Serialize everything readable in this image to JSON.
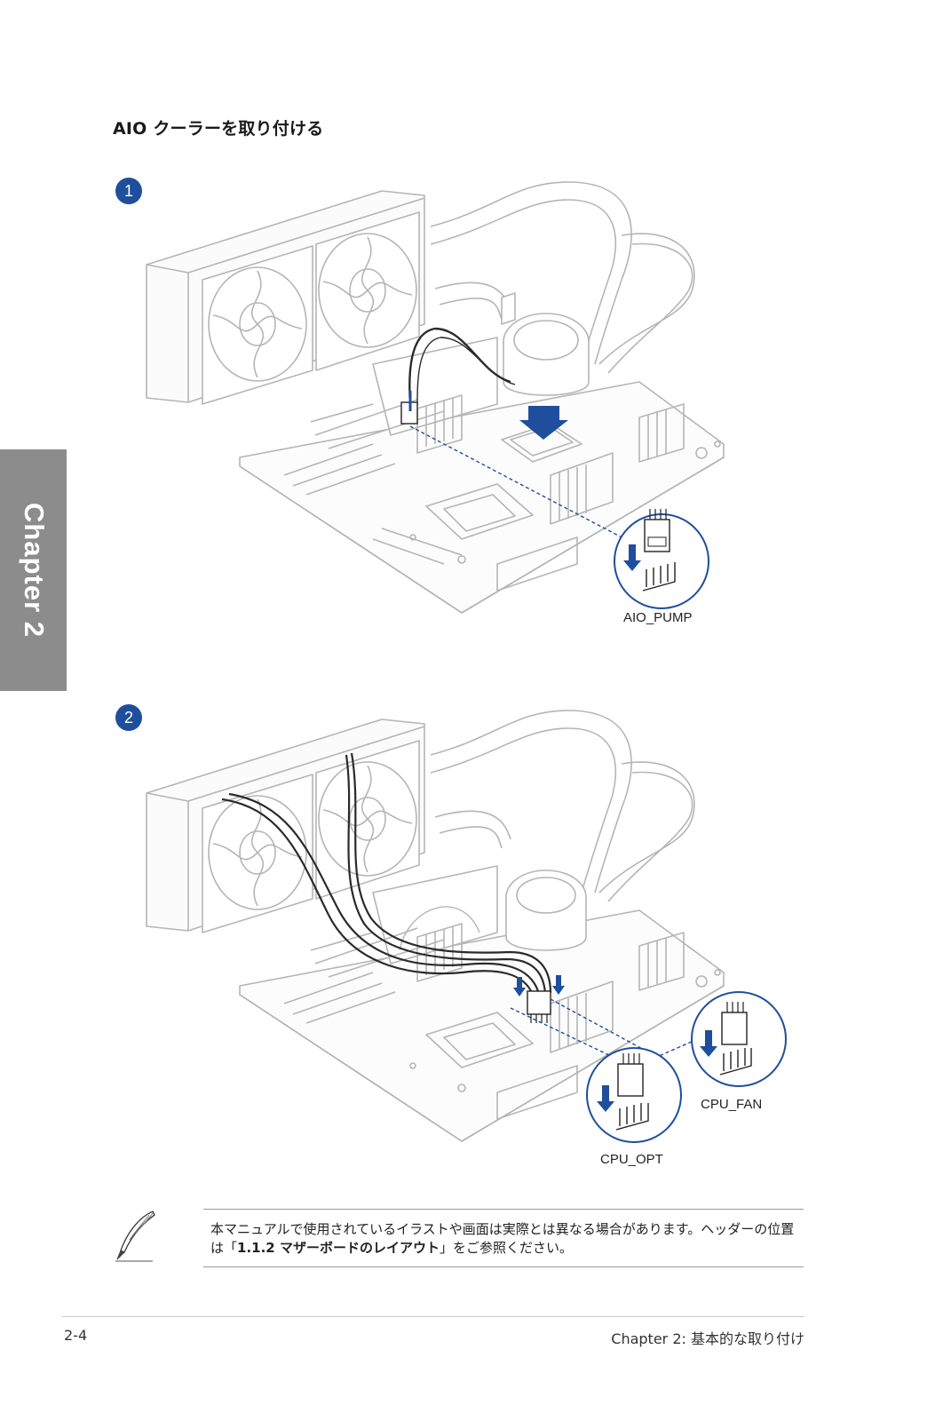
{
  "page": {
    "title": "AIO クーラーを取り付ける",
    "chapter_tab": "Chapter 2"
  },
  "steps": [
    {
      "number": "1",
      "connectors": [
        "AIO_PUMP"
      ]
    },
    {
      "number": "2",
      "connectors": [
        "CPU_FAN",
        "CPU_OPT"
      ]
    }
  ],
  "note": {
    "text_before": "本マニュアルで使用されているイラストや画面は実際とは異なる場合があります。ヘッダーの位置は「",
    "bold": "1.1.2 マザーボードのレイアウト",
    "text_after": "」をご参照ください。",
    "icon": "pen-note-icon"
  },
  "footer": {
    "page_number": "2-4",
    "chapter_text": "Chapter 2: 基本的な取り付け"
  },
  "colors": {
    "accent_blue": "#1f4e9c",
    "chapter_tab": "#8c8c8c",
    "line_art": "#b5b5b5",
    "cable": "#2a2a2a"
  }
}
